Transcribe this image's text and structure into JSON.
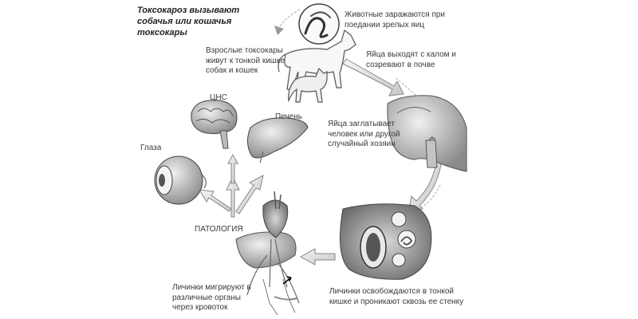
{
  "title": "Токсокароз вызывают\nсобачья или кошачья\nтоксокары",
  "labels": {
    "infection": "Животные заражаются при\nпоедании зрелых яиц",
    "adults": "Взрослые токсокары\nживут к тонкой кишке\nсобак и кошек",
    "eggs_out": "Яйца выходят с калом и\nсозревают в почве",
    "cns": "ЦНС",
    "liver": "Печень",
    "eyes": "Глаза",
    "swallow": "Яйца заглатывает\nчеловек или другой\nслучайный хозяин",
    "pathology": "ПАТОЛОГИЯ",
    "migrate": "Личинки мигрируют в\nразличные органы\nчерез кровоток",
    "release": "Личинки освобождаются в тонкой\nкишке и проникают сквозь ее стенку"
  }
}
